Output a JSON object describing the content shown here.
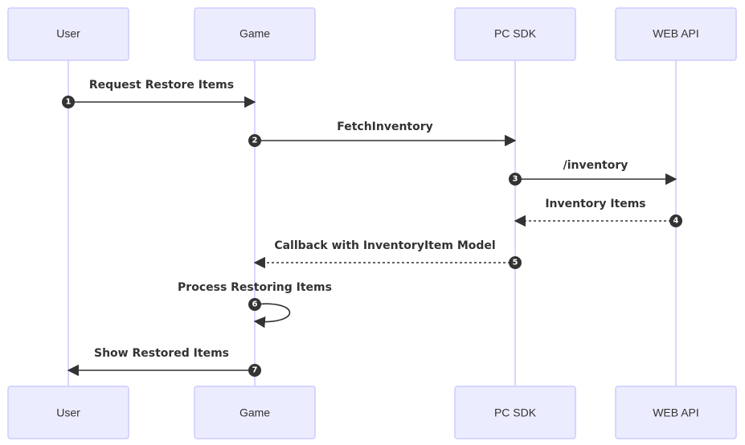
{
  "participants": [
    {
      "id": "user",
      "label": "User"
    },
    {
      "id": "game",
      "label": "Game"
    },
    {
      "id": "sdk",
      "label": "PC SDK"
    },
    {
      "id": "api",
      "label": "WEB API"
    }
  ],
  "messages": [
    {
      "number": "1",
      "from": "user",
      "to": "game",
      "label": "Request Restore Items",
      "style": "solid"
    },
    {
      "number": "2",
      "from": "game",
      "to": "sdk",
      "label": "FetchInventory",
      "style": "solid"
    },
    {
      "number": "3",
      "from": "sdk",
      "to": "api",
      "label": "/inventory",
      "style": "solid"
    },
    {
      "number": "4",
      "from": "api",
      "to": "sdk",
      "label": "Inventory Items",
      "style": "dotted"
    },
    {
      "number": "5",
      "from": "sdk",
      "to": "game",
      "label": "Callback with InventoryItem Model",
      "style": "dotted"
    },
    {
      "number": "6",
      "from": "game",
      "to": "game",
      "label": "Process Restoring Items",
      "style": "solid"
    },
    {
      "number": "7",
      "from": "game",
      "to": "user",
      "label": "Show Restored Items",
      "style": "solid"
    }
  ],
  "colors": {
    "actor_fill": "#ECECFF",
    "actor_stroke": "#CCCCFF",
    "line": "#333333",
    "lifeline": "#CCCCFF"
  }
}
